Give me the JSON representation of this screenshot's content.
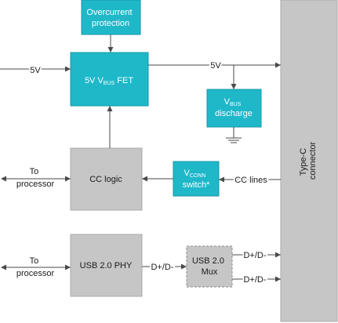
{
  "diagram": {
    "blocks": {
      "overcurrent": {
        "line1": "Overcurrent",
        "line2": "protection"
      },
      "fet": {
        "pre": "5V V",
        "sub": "BUS",
        "post": " FET"
      },
      "discharge": {
        "pre": "V",
        "sub": "BUS",
        "line2": "discharge"
      },
      "cc_logic": {
        "label": "CC logic"
      },
      "vconn": {
        "pre": "V",
        "sub": "CONN",
        "line2": "switch*"
      },
      "phy": {
        "label": "USB 2.0 PHY"
      },
      "mux": {
        "line1": "USB 2.0",
        "line2": "Mux"
      },
      "connector": {
        "line1": "Type-C",
        "line2": "connector"
      }
    },
    "labels": {
      "vin": "5V",
      "vout": "5V",
      "cc_lines": "CC lines",
      "to_processor_1a": "To",
      "to_processor_1b": "processor",
      "to_processor_2a": "To",
      "to_processor_2b": "processor",
      "phy_dp": "D+/D-",
      "mux_out_1": "D+/D-",
      "mux_out_2": "D+/D-"
    },
    "colors": {
      "teal": "#1eb8c9",
      "teal_border": "#1597a6",
      "gray": "#c6c6c6",
      "gray_border": "#a9a9a9",
      "line": "#4a4a4a"
    }
  }
}
